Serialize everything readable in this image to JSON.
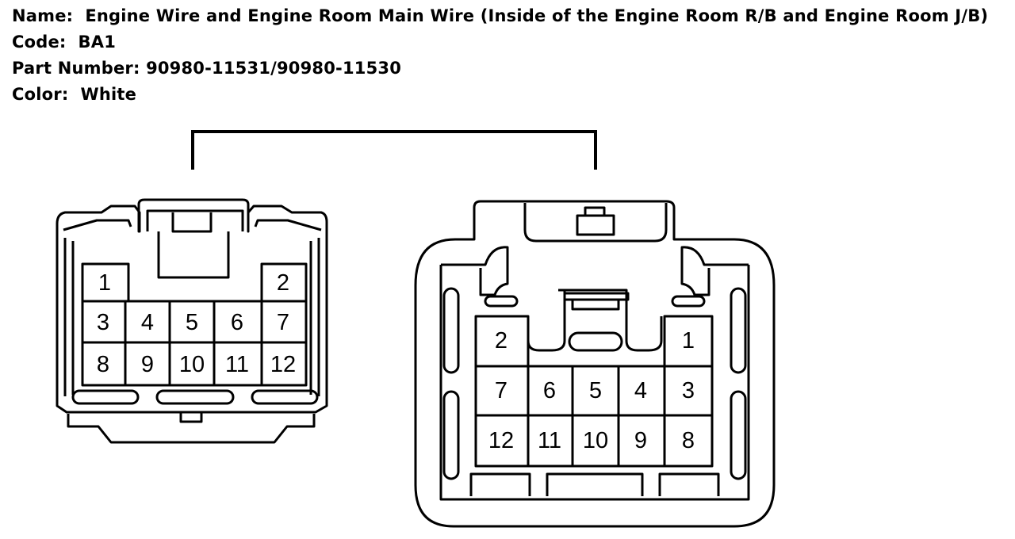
{
  "header": {
    "name_label": "Name:",
    "name_value": "Engine Wire and Engine Room Main Wire (Inside of the Engine Room R/B and Engine Room J/B)",
    "code_label": "Code:",
    "code_value": "BA1",
    "part_label": "Part Number:",
    "part_value": "90980-11531/90980-11530",
    "color_label": "Color:",
    "color_value": "White"
  },
  "left_connector": {
    "pins": [
      "1",
      "2",
      "3",
      "4",
      "5",
      "6",
      "7",
      "8",
      "9",
      "10",
      "11",
      "12"
    ]
  },
  "right_connector": {
    "pins": [
      "2",
      "1",
      "7",
      "6",
      "5",
      "4",
      "3",
      "12",
      "11",
      "10",
      "9",
      "8"
    ]
  },
  "colors": {
    "line": "#000000",
    "background": "#ffffff"
  }
}
